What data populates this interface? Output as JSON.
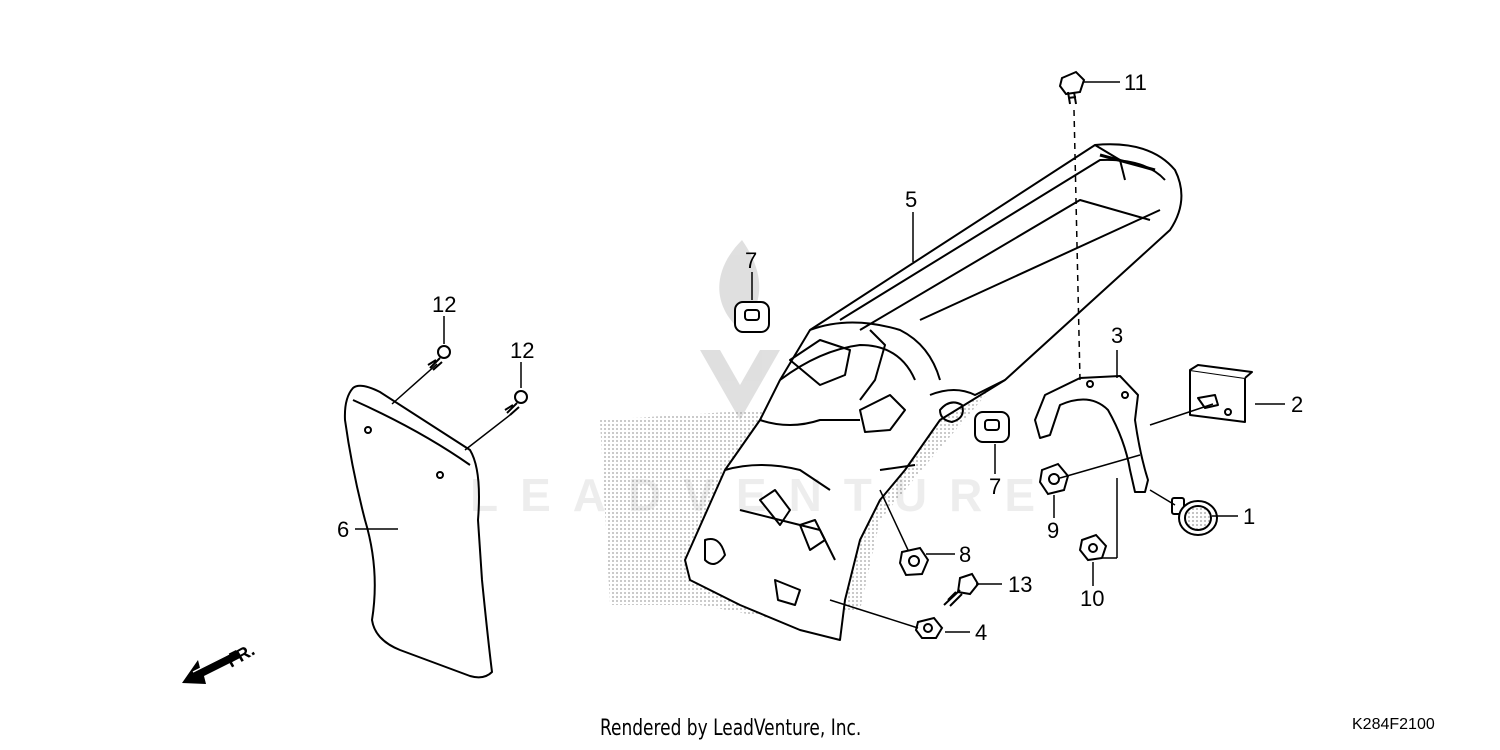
{
  "callouts": {
    "p1": "1",
    "p2": "2",
    "p3": "3",
    "p4": "4",
    "p5": "5",
    "p6": "6",
    "p7a": "7",
    "p7b": "7",
    "p8": "8",
    "p9": "9",
    "p10": "10",
    "p11": "11",
    "p12a": "12",
    "p12b": "12",
    "p13": "13"
  },
  "direction_label": "FR.",
  "footer": {
    "credit": "Rendered by LeadVenture, Inc.",
    "diagram_code": "K284F2100"
  },
  "watermark": "LEADVENTURE",
  "colors": {
    "line": "#000000",
    "screen": "#9a9a9a",
    "watermark": "#e6e6e6"
  }
}
